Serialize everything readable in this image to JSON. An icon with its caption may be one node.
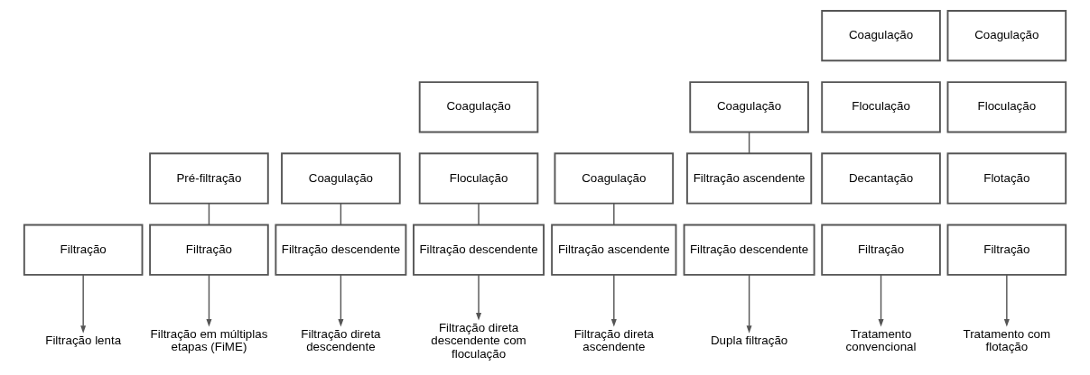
{
  "diagram": {
    "nodes": [
      {
        "text": [
          "Filtração"
        ]
      },
      {
        "text": [
          "Filtração lenta"
        ]
      },
      {
        "text": [
          "Pré-filtração"
        ]
      },
      {
        "text": [
          "Filtração"
        ]
      },
      {
        "text": [
          "Filtração em múltiplas etapas (FiME)"
        ]
      },
      {
        "text": [
          "Coagulação"
        ]
      },
      {
        "text": [
          "Filtração descendente"
        ]
      },
      {
        "text": [
          "Filtração direta descendente"
        ]
      },
      {
        "text": [
          "Coagulação"
        ]
      },
      {
        "text": [
          "Floculação"
        ]
      },
      {
        "text": [
          "Filtração descendente"
        ]
      },
      {
        "text": [
          "Filtração direta descendente com floculação"
        ]
      },
      {
        "text": [
          "Coagulação"
        ]
      },
      {
        "text": [
          "Filtração ascendente"
        ]
      },
      {
        "text": [
          "Filtração direta ascendente"
        ]
      },
      {
        "text": [
          "Coagulação"
        ]
      },
      {
        "text": [
          "Filtração ascendente"
        ]
      },
      {
        "text": [
          "Filtração descendente"
        ]
      },
      {
        "text": [
          "Dupla filtração"
        ]
      },
      {
        "text": [
          "Coagulação"
        ]
      },
      {
        "text": [
          "Floculação"
        ]
      },
      {
        "text": [
          "Decantação"
        ]
      },
      {
        "text": [
          "Filtração"
        ]
      },
      {
        "text": [
          "Tratamento convencional"
        ]
      },
      {
        "text": [
          "Coagulação"
        ]
      },
      {
        "text": [
          "Floculação"
        ]
      },
      {
        "text": [
          "Flotação"
        ]
      },
      {
        "text": [
          "Filtração"
        ]
      },
      {
        "text": [
          "Tratamento com flotação"
        ]
      }
    ],
    "edges": [
      {
        "from": 0,
        "to": 1,
        "arrow": "to"
      },
      {
        "from": 2,
        "to": 3,
        "arrow": "none"
      },
      {
        "from": 3,
        "to": 4,
        "arrow": "to"
      },
      {
        "from": 5,
        "to": 6,
        "arrow": "none"
      },
      {
        "from": 6,
        "to": 7,
        "arrow": "to"
      },
      {
        "from": 9,
        "to": 10,
        "arrow": "none"
      },
      {
        "from": 10,
        "to": 11,
        "arrow": "to"
      },
      {
        "from": 12,
        "to": 13,
        "arrow": "none"
      },
      {
        "from": 13,
        "to": 14,
        "arrow": "to"
      },
      {
        "from": 15,
        "to": 16,
        "arrow": "none"
      },
      {
        "from": 17,
        "to": 18,
        "arrow": "to"
      },
      {
        "from": 22,
        "to": 23,
        "arrow": "to"
      },
      {
        "from": 27,
        "to": 28,
        "arrow": "to"
      }
    ]
  }
}
